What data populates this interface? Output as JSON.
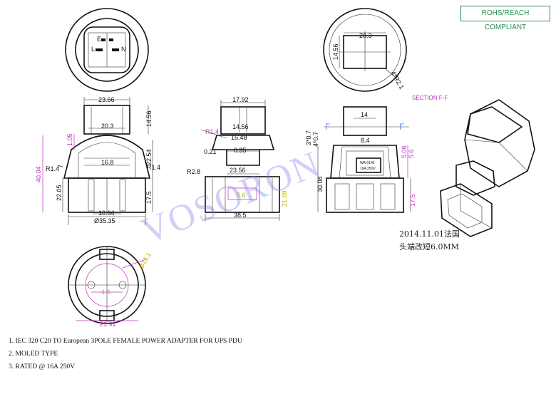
{
  "badge": "ROHS/REACH COMPLIANT",
  "watermark": "VOSORON",
  "note": {
    "line1": "2014.11.01法国",
    "line2": "头端改短6.0MM"
  },
  "specs": [
    "1. IEC 320 C20 TO European 3POLE FEMALE POWER ADAPTER FOR UPS PDU",
    "2. MOLED TYPE",
    "3. RATED @ 16A 250V"
  ],
  "section_label": "SECTION F-F",
  "section_marks": [
    "F",
    "F"
  ],
  "label_plate": {
    "model": "WA-0141",
    "rating": "16A 250V"
  },
  "face_labels": {
    "e": "E",
    "l": "L",
    "n": "N"
  },
  "dims": {
    "front": {
      "w23_66": "23.66",
      "w20_3": "20.3",
      "w16_8": "16.8",
      "w10_64": "10.64",
      "d35_35": "Ø35.35",
      "h14_56": "14.56",
      "h22_54": "22.54",
      "h17_5": "17.5",
      "h22_05": "22.05",
      "h40_04": "40.04",
      "h1_05": "1.05",
      "h7": "7",
      "r1_4a": "R1.4",
      "r1_4b": "R1.4"
    },
    "side": {
      "w17_92": "17.92",
      "w14_56": "14.56",
      "w15_48": "15.48",
      "t0_35": "0.35",
      "t0_21": "0.21",
      "w23_56": "23.56",
      "w38_5": "38.5",
      "r1_4": "R1.4",
      "r2_8": "R2.8",
      "y5_6": "5.6",
      "y21_89": "21.89"
    },
    "section": {
      "w20_3": "20.3",
      "h14_56": "14.56",
      "r4x": "4*R2.1"
    },
    "back": {
      "w14": "14",
      "w8_4": "8.4",
      "h3x0_7": "3*0.7",
      "h4x0_7": "4*0.7",
      "h5_06": "5.06",
      "h5_6": "5.6",
      "h30_08": "30.08",
      "h17_5": "17.5"
    },
    "bottom": {
      "d19_1": "Ø19.1",
      "w4_8": "4.8",
      "w21_91": "21.91"
    }
  }
}
